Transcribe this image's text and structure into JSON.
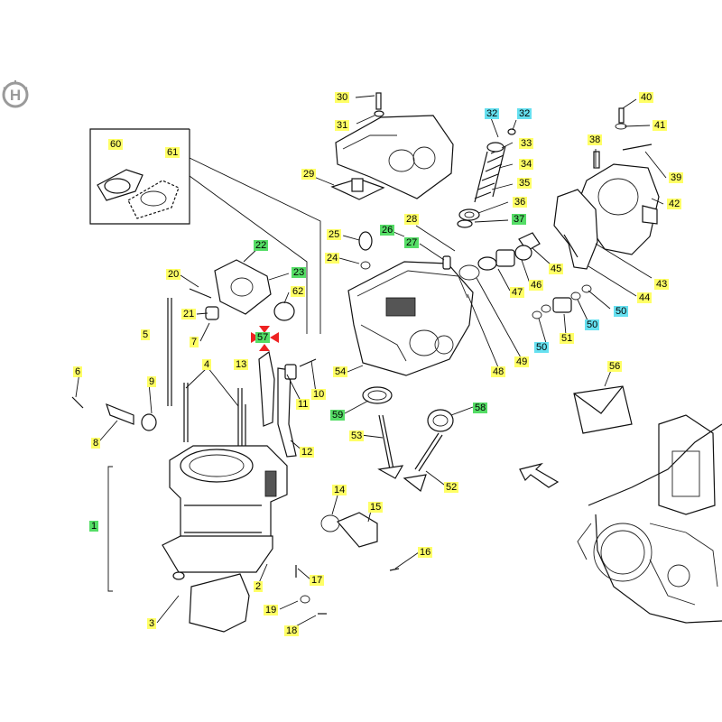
{
  "brand": {
    "logo_icon": "husqvarna-logo-icon",
    "color": "#9a9a9a"
  },
  "highlight_colors": {
    "yellow": "#ffff66",
    "cyan": "#66e0f0",
    "green": "#55dd66",
    "red": "#ee2222"
  },
  "callouts": [
    {
      "id": "c30",
      "label": "30",
      "color": "yellow"
    },
    {
      "id": "c31",
      "label": "31",
      "color": "yellow"
    },
    {
      "id": "c32a",
      "label": "32",
      "color": "cyan"
    },
    {
      "id": "c32b",
      "label": "32",
      "color": "cyan"
    },
    {
      "id": "c33",
      "label": "33",
      "color": "yellow"
    },
    {
      "id": "c34",
      "label": "34",
      "color": "yellow"
    },
    {
      "id": "c35",
      "label": "35",
      "color": "yellow"
    },
    {
      "id": "c36",
      "label": "36",
      "color": "yellow"
    },
    {
      "id": "c37",
      "label": "37",
      "color": "green"
    },
    {
      "id": "c40",
      "label": "40",
      "color": "yellow"
    },
    {
      "id": "c41",
      "label": "41",
      "color": "yellow"
    },
    {
      "id": "c38",
      "label": "38",
      "color": "yellow"
    },
    {
      "id": "c39",
      "label": "39",
      "color": "yellow"
    },
    {
      "id": "c42",
      "label": "42",
      "color": "yellow"
    },
    {
      "id": "c43",
      "label": "43",
      "color": "yellow"
    },
    {
      "id": "c44",
      "label": "44",
      "color": "yellow"
    },
    {
      "id": "c45",
      "label": "45",
      "color": "yellow"
    },
    {
      "id": "c46",
      "label": "46",
      "color": "yellow"
    },
    {
      "id": "c47",
      "label": "47",
      "color": "yellow"
    },
    {
      "id": "c50a",
      "label": "50",
      "color": "cyan"
    },
    {
      "id": "c50b",
      "label": "50",
      "color": "cyan"
    },
    {
      "id": "c50c",
      "label": "50",
      "color": "cyan"
    },
    {
      "id": "c51",
      "label": "51",
      "color": "yellow"
    },
    {
      "id": "c49",
      "label": "49",
      "color": "yellow"
    },
    {
      "id": "c48",
      "label": "48",
      "color": "yellow"
    },
    {
      "id": "c60",
      "label": "60",
      "color": "yellow"
    },
    {
      "id": "c61",
      "label": "61",
      "color": "yellow"
    },
    {
      "id": "c29",
      "label": "29",
      "color": "yellow"
    },
    {
      "id": "c28",
      "label": "28",
      "color": "yellow"
    },
    {
      "id": "c26",
      "label": "26",
      "color": "green"
    },
    {
      "id": "c25",
      "label": "25",
      "color": "yellow"
    },
    {
      "id": "c27",
      "label": "27",
      "color": "green"
    },
    {
      "id": "c24",
      "label": "24",
      "color": "yellow"
    },
    {
      "id": "c22",
      "label": "22",
      "color": "green"
    },
    {
      "id": "c23",
      "label": "23",
      "color": "green"
    },
    {
      "id": "c62",
      "label": "62",
      "color": "yellow"
    },
    {
      "id": "c20",
      "label": "20",
      "color": "yellow"
    },
    {
      "id": "c21",
      "label": "21",
      "color": "yellow"
    },
    {
      "id": "c7",
      "label": "7",
      "color": "yellow"
    },
    {
      "id": "c57",
      "label": "57",
      "color": "green"
    },
    {
      "id": "c5",
      "label": "5",
      "color": "yellow"
    },
    {
      "id": "c54",
      "label": "54",
      "color": "yellow"
    },
    {
      "id": "c56",
      "label": "56",
      "color": "yellow"
    },
    {
      "id": "c4",
      "label": "4",
      "color": "yellow"
    },
    {
      "id": "c13",
      "label": "13",
      "color": "yellow"
    },
    {
      "id": "c9",
      "label": "9",
      "color": "yellow"
    },
    {
      "id": "c6",
      "label": "6",
      "color": "yellow"
    },
    {
      "id": "c10",
      "label": "10",
      "color": "yellow"
    },
    {
      "id": "c11",
      "label": "11",
      "color": "yellow"
    },
    {
      "id": "c59",
      "label": "59",
      "color": "green"
    },
    {
      "id": "c58",
      "label": "58",
      "color": "green"
    },
    {
      "id": "c8",
      "label": "8",
      "color": "yellow"
    },
    {
      "id": "c12",
      "label": "12",
      "color": "yellow"
    },
    {
      "id": "c53",
      "label": "53",
      "color": "yellow"
    },
    {
      "id": "c52",
      "label": "52",
      "color": "yellow"
    },
    {
      "id": "c14",
      "label": "14",
      "color": "yellow"
    },
    {
      "id": "c15",
      "label": "15",
      "color": "yellow"
    },
    {
      "id": "c1",
      "label": "1",
      "color": "green"
    },
    {
      "id": "c16",
      "label": "16",
      "color": "yellow"
    },
    {
      "id": "c2",
      "label": "2",
      "color": "yellow"
    },
    {
      "id": "c17",
      "label": "17",
      "color": "yellow"
    },
    {
      "id": "c19",
      "label": "19",
      "color": "yellow"
    },
    {
      "id": "c3",
      "label": "3",
      "color": "yellow"
    },
    {
      "id": "c18",
      "label": "18",
      "color": "yellow"
    }
  ]
}
